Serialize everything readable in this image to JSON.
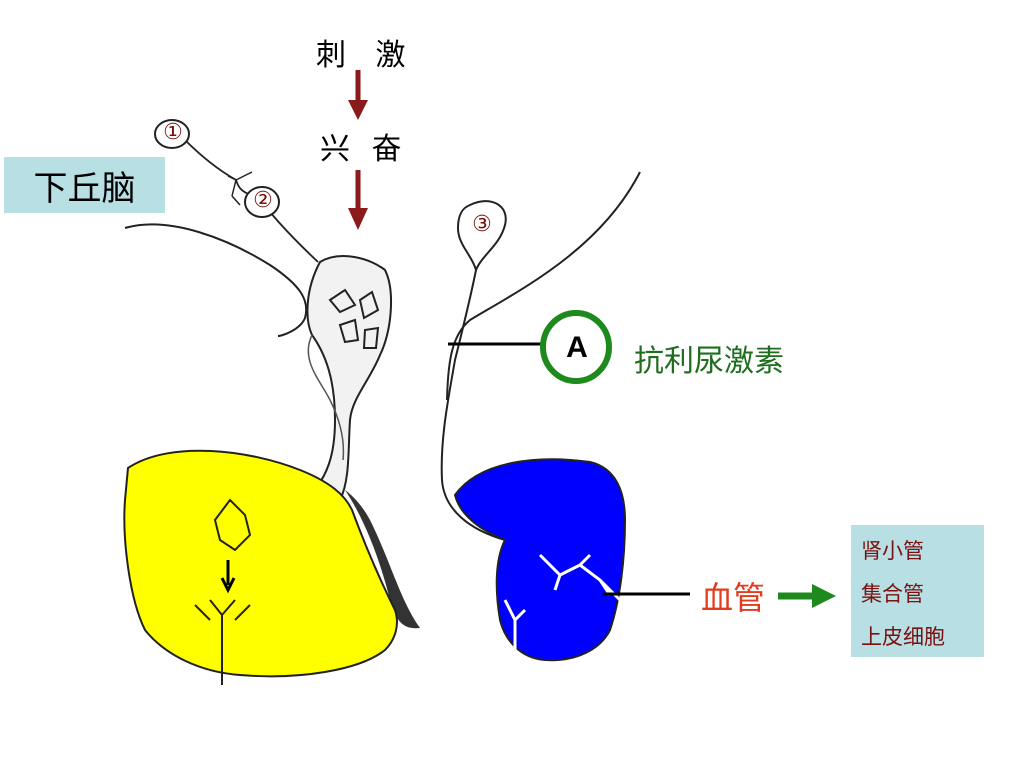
{
  "labels": {
    "stimulus": "刺 激",
    "excitation": "兴 奋",
    "hypothalamus": "下丘脑",
    "hormone_marker": "A",
    "hormone_name": "抗利尿激素",
    "blood_vessel": "血管",
    "neuron_1": "①",
    "neuron_2": "②",
    "neuron_3": "③"
  },
  "target_box": {
    "line_1": "肾小管",
    "line_2": "集合管",
    "line_3": "上皮细胞"
  },
  "colors": {
    "arrow_red": "#8b1a1a",
    "arrow_green": "#1e8a1e",
    "circle_green": "#1e8a1e",
    "lobe_yellow": "#ffff00",
    "lobe_blue": "#0000ff",
    "label_box": "#b8e0e4",
    "hormone_text": "#1e6e1e",
    "vessel_text": "#e23c1e"
  }
}
